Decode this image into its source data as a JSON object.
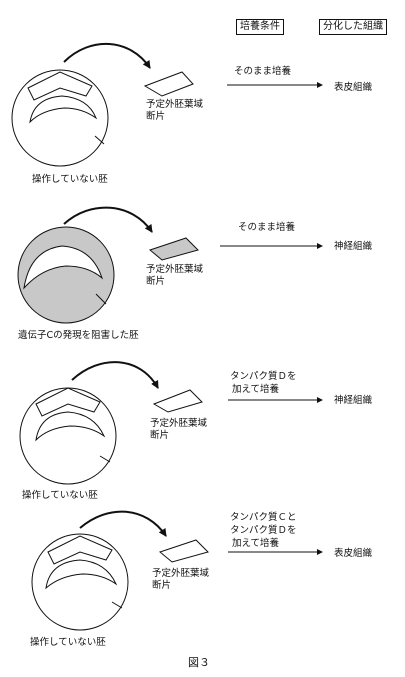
{
  "headers": {
    "condition": "培養条件",
    "result": "分化した組織"
  },
  "rows": [
    {
      "embryo_label": "操作していない胚",
      "fragment_label_1": "予定外胚葉域",
      "fragment_label_2": "断片",
      "condition_lines": [
        "そのまま培養"
      ],
      "result": "表皮組織",
      "shaded": false
    },
    {
      "embryo_label": "遺伝子Cの発現を阻害した胚",
      "fragment_label_1": "予定外胚葉域",
      "fragment_label_2": "断片",
      "condition_lines": [
        "そのまま培養"
      ],
      "result": "神経組織",
      "shaded": true
    },
    {
      "embryo_label": "操作していない胚",
      "fragment_label_1": "予定外胚葉域",
      "fragment_label_2": "断片",
      "condition_lines": [
        "タンパク質Ｄを",
        "加えて培養"
      ],
      "result": "神経組織",
      "shaded": false
    },
    {
      "embryo_label": "操作していない胚",
      "fragment_label_1": "予定外胚葉域",
      "fragment_label_2": "断片",
      "condition_lines": [
        "タンパク質Ｃと",
        "タンパク質Ｄを",
        "加えて培養"
      ],
      "result": "表皮組織",
      "shaded": false
    }
  ],
  "caption": "図３",
  "colors": {
    "shade": "#c8c8c8",
    "line": "#111111"
  }
}
